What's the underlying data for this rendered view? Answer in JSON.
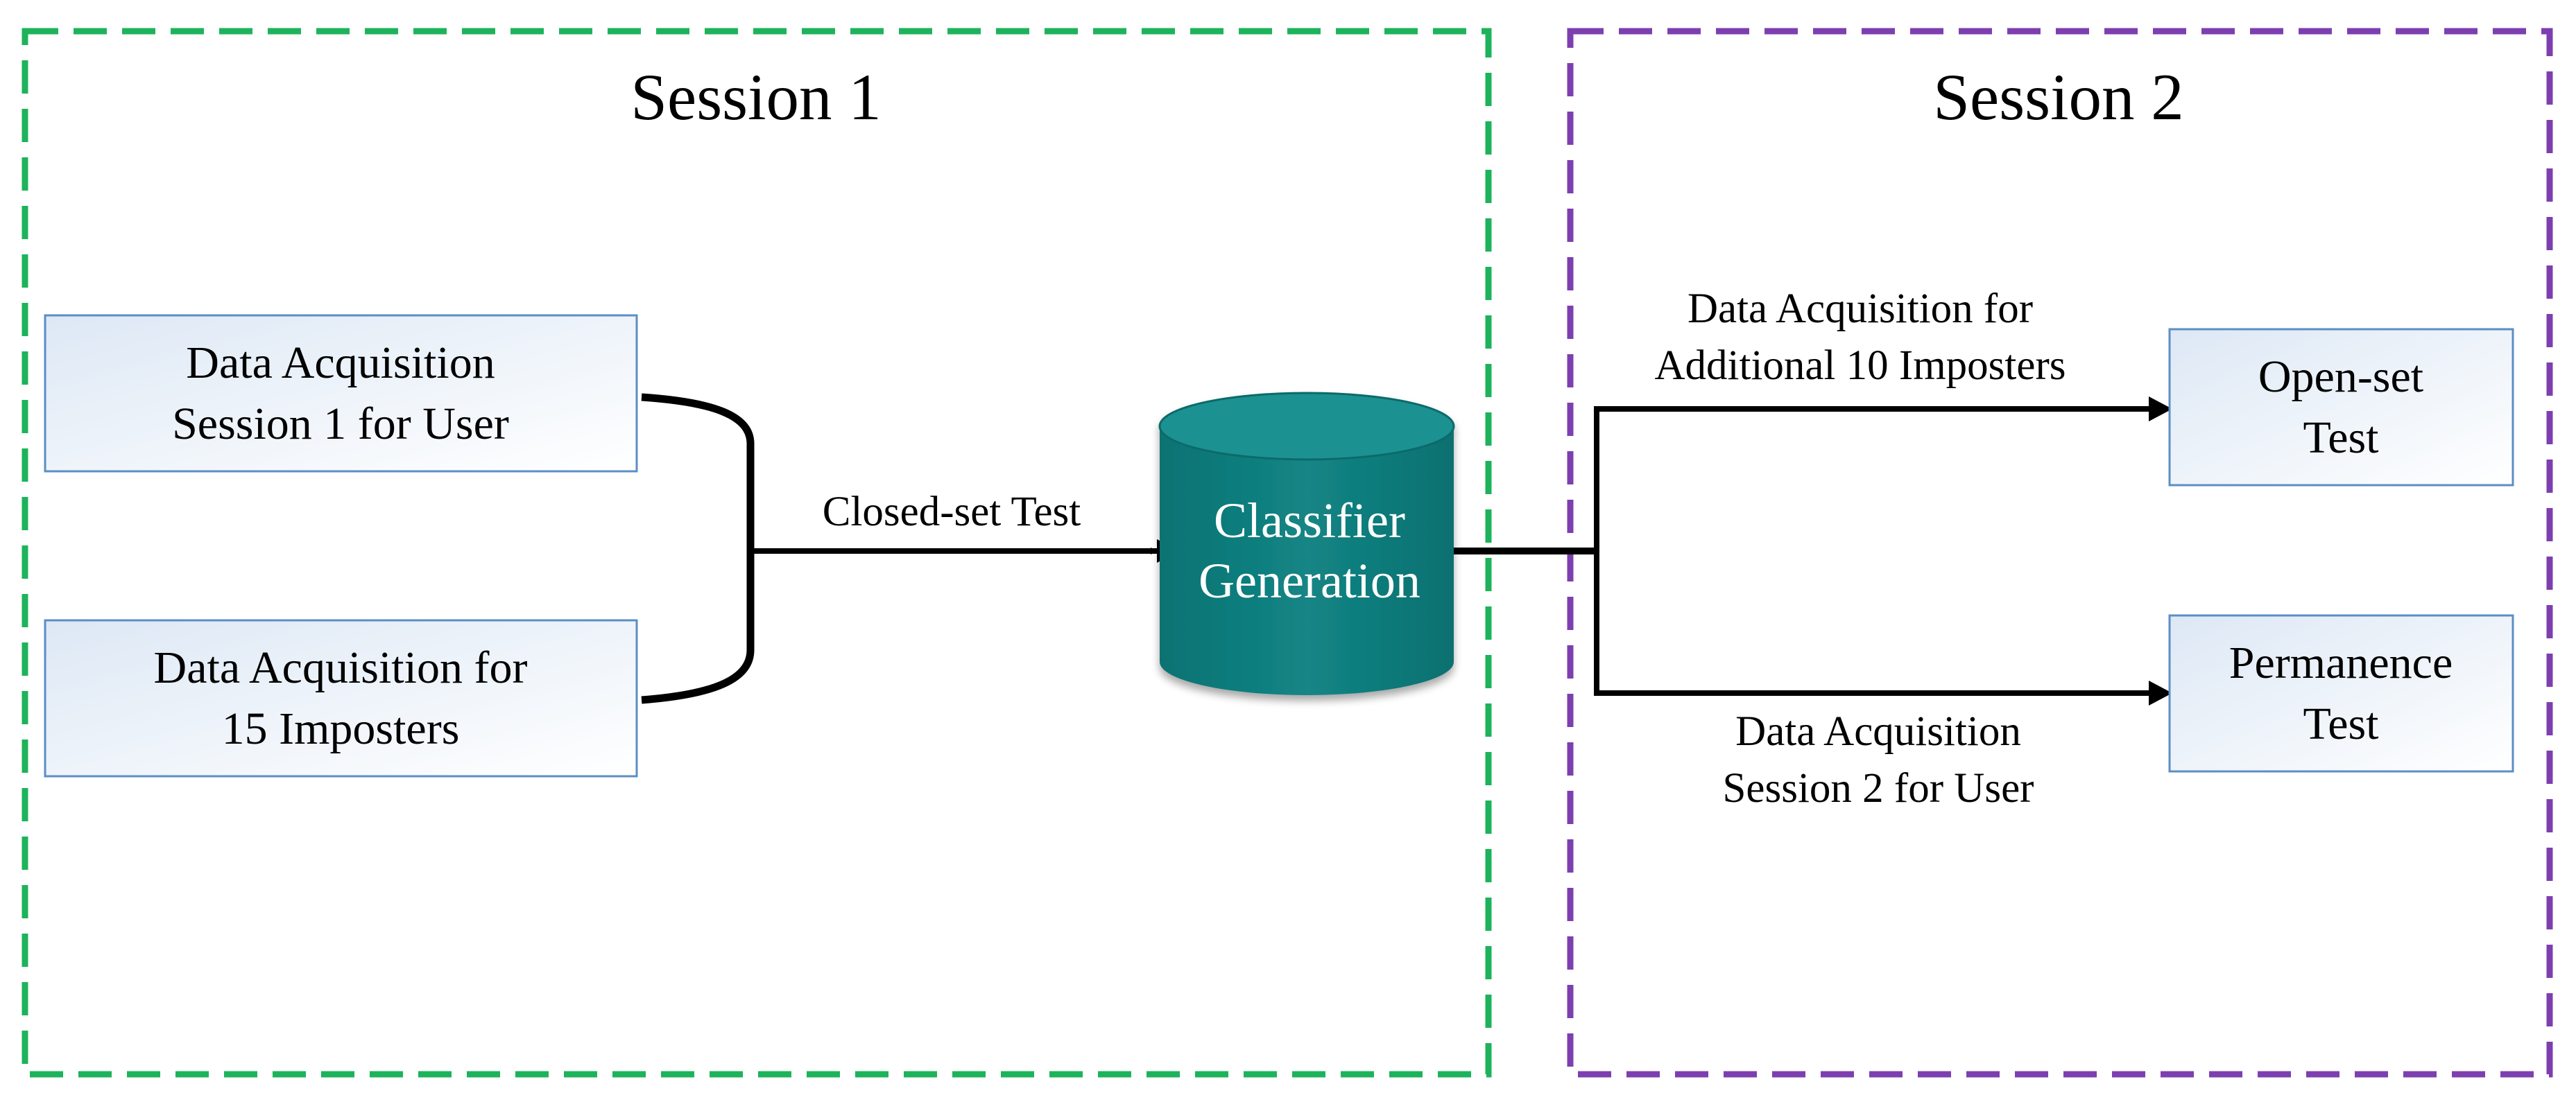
{
  "sessions": {
    "session1": {
      "title": "Session 1",
      "border_color": "#1db35b"
    },
    "session2": {
      "title": "Session 2",
      "border_color": "#7d3fb0"
    }
  },
  "boxes": {
    "acq_user_s1": {
      "line1": "Data Acquisition",
      "line2": "Session 1 for User"
    },
    "acq_imposters15": {
      "line1": "Data Acquisition for",
      "line2": "15 Imposters"
    },
    "open_set": {
      "line1": "Open-set",
      "line2": "Test"
    },
    "permanence": {
      "line1": "Permanence",
      "line2": "Test"
    }
  },
  "classifier": {
    "line1": "Classifier",
    "line2": "Generation",
    "fill_color": "#0f7e7e"
  },
  "edge_labels": {
    "closed_set": "Closed-set Test",
    "additional_imposters": {
      "line1": "Data Acquisition for",
      "line2": "Additional 10 Imposters"
    },
    "acq_user_s2": {
      "line1": "Data Acquisition",
      "line2": "Session 2 for User"
    }
  },
  "colors": {
    "box_border": "#5b8ec5",
    "box_fill_top": "#dde8f5",
    "box_fill_bottom": "#ffffff",
    "connector": "#000000"
  }
}
